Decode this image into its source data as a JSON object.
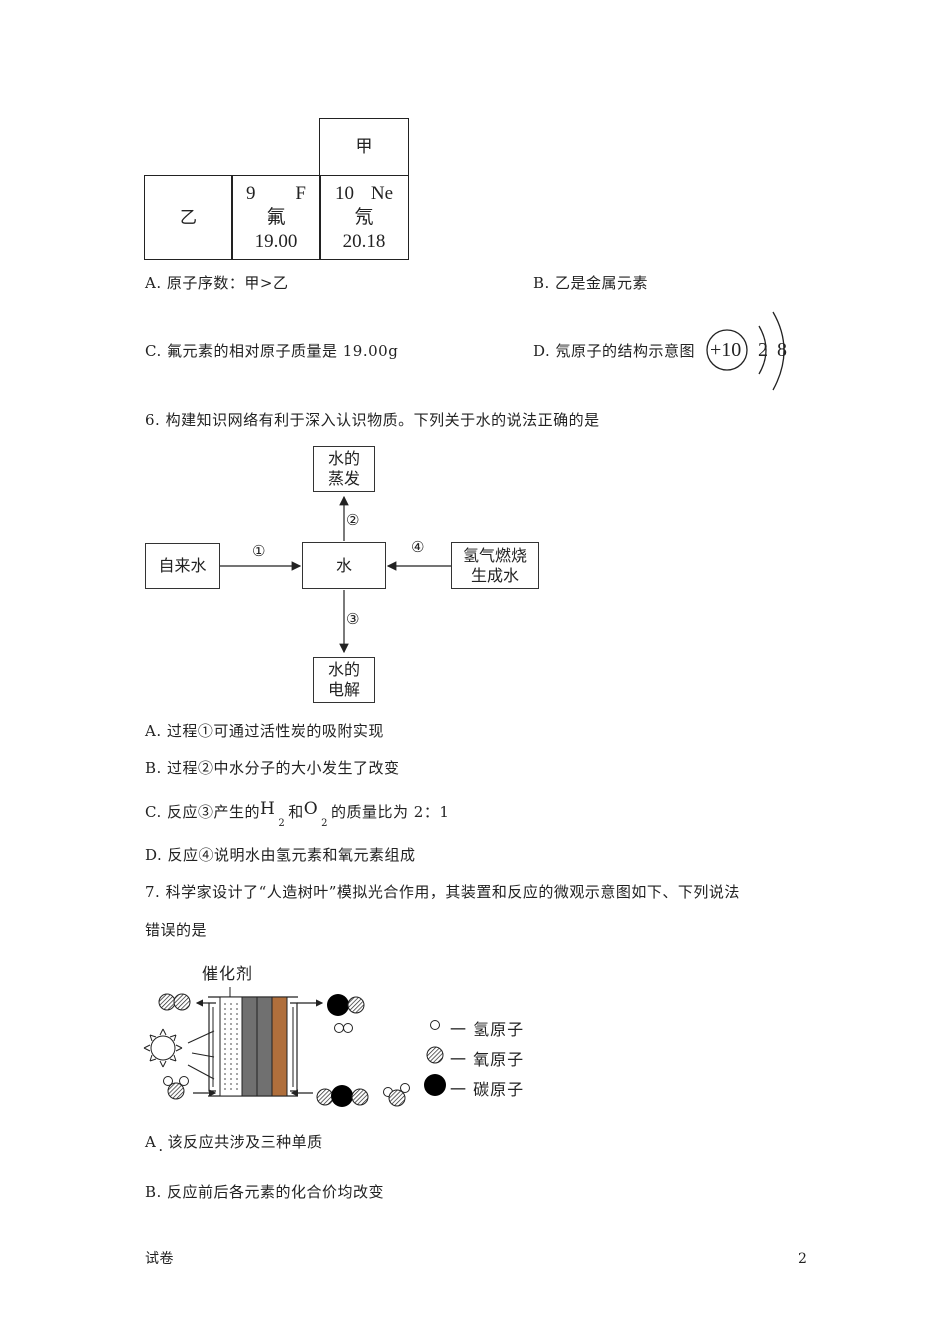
{
  "periodic_table": {
    "cells": {
      "jia": {
        "label": "甲"
      },
      "yi": {
        "label": "乙"
      },
      "fluorine": {
        "number": "9",
        "symbol": "F",
        "name": "氟",
        "mass": "19.00"
      },
      "neon": {
        "number": "10",
        "symbol": "Ne",
        "name": "氖",
        "mass": "20.18"
      }
    }
  },
  "q5_options": {
    "A": "A. 原子序数：甲>乙",
    "B": "B. 乙是金属元素",
    "C": "C. 氟元素的相对原子质量是 19.00g",
    "D": "D. 氖原子的结构示意图",
    "D_diagram": {
      "nucleus": "+10",
      "shell1": "2",
      "shell2": "8"
    }
  },
  "q6": {
    "stem": "6. 构建知识网络有利于深入认识物质。下列关于水的说法正确的是",
    "diagram": {
      "center": "水",
      "left": "自来水",
      "top_line1": "水的",
      "top_line2": "蒸发",
      "right_line1": "氢气燃烧",
      "right_line2": "生成水",
      "bottom_line1": "水的",
      "bottom_line2": "电解",
      "labels": {
        "one": "①",
        "two": "②",
        "three": "③",
        "four": "④"
      }
    },
    "options": {
      "A": "A. 过程①可通过活性炭的吸附实现",
      "B": "B. 过程②中水分子的大小发生了改变",
      "C_prefix": "C. 反应③产生的",
      "C_h": "H",
      "C_sub1": "2",
      "C_and": "和",
      "C_o": "O",
      "C_sub2": "2",
      "C_suffix": "的质量比为 2：1",
      "D": "D. 反应④说明水由氢元素和氧元素组成"
    }
  },
  "q7": {
    "stem_line1": "7. 科学家设计了“人造树叶”模拟光合作用，其装置和反应的微观示意图如下、下列说法",
    "stem_line2": "错误的是",
    "diagram": {
      "catalyst_label": "催化剂",
      "legend": [
        {
          "label": "一 氢原子",
          "icon": "hydrogen-atom"
        },
        {
          "label": "一 氧原子",
          "icon": "oxygen-atom"
        },
        {
          "label": "一 碳原子",
          "icon": "carbon-atom"
        }
      ],
      "colors": {
        "plate_gray": "#707070",
        "plate_brown": "#b06f3c",
        "carbon": "#000000"
      }
    },
    "options": {
      "A_letter": "A",
      "A": "该反应共涉及三种单质",
      "B": "B. 反应前后各元素的化合价均改变"
    }
  },
  "footer": {
    "left": "试卷",
    "page_number": "2"
  }
}
